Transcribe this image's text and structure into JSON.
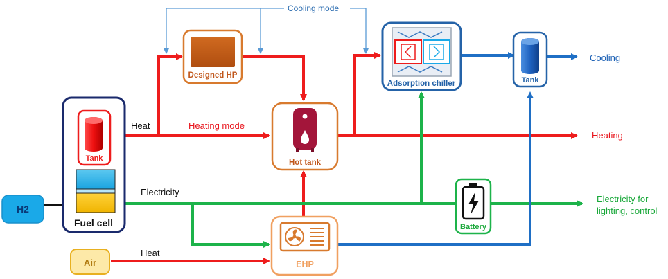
{
  "components": {
    "h2": "H2",
    "fuel_cell": "Fuel cell",
    "fc_tank": "Tank",
    "air": "Air",
    "designed_hp": "Designed HP",
    "hot_tank": "Hot tank",
    "ehp": "EHP",
    "adsorption_chiller": "Adsorption chiller",
    "cold_tank": "Tank",
    "battery": "Battery"
  },
  "labels": {
    "cooling_mode": "Cooling mode",
    "heat_top": "Heat",
    "heating_mode": "Heating mode",
    "electricity": "Electricity",
    "heat_bottom": "Heat"
  },
  "outputs": {
    "cooling": "Cooling",
    "heating": "Heating",
    "electricity_line1": "Electricity for",
    "electricity_line2": "lighting, control"
  },
  "colors": {
    "heat": "#ee1c1c",
    "electricity": "#1db34a",
    "cooling": "#1f6fc5",
    "hydrogen": "#1aa9e8",
    "air": "#e8b020",
    "component_border": "#d87a2e",
    "chiller_border": "#2563a8",
    "fuel_cell_border": "#1a2a6c"
  }
}
